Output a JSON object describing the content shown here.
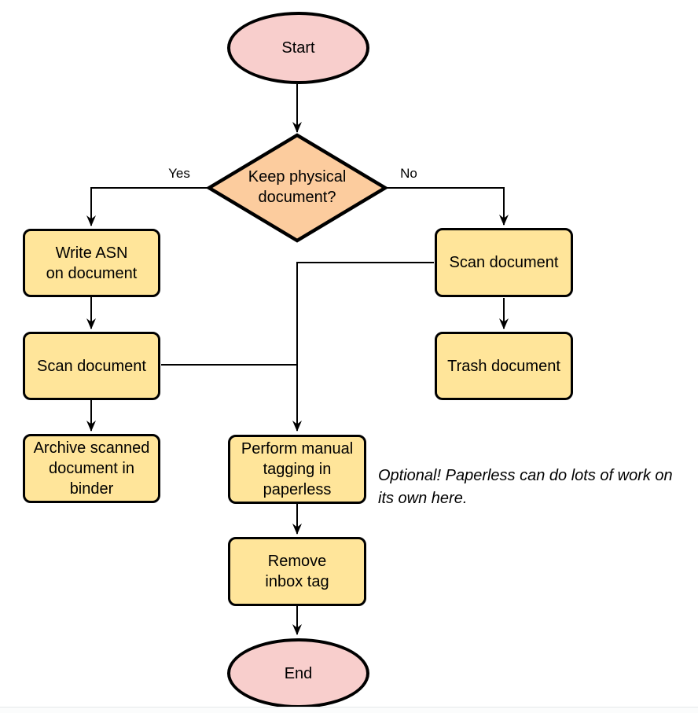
{
  "colors": {
    "terminator_fill": "#f8cecc",
    "decision_fill": "#fccc9e",
    "process_fill": "#ffe59a",
    "stroke": "#000000",
    "background": "#ffffff"
  },
  "nodes": {
    "start": {
      "lines": [
        "Start"
      ]
    },
    "decision": {
      "lines": [
        "Keep physical",
        "document?"
      ]
    },
    "write_asn": {
      "lines": [
        "Write ASN",
        "on document"
      ]
    },
    "scan_left": {
      "lines": [
        "Scan document"
      ]
    },
    "archive": {
      "lines": [
        "Archive scanned",
        "document in",
        "binder"
      ]
    },
    "scan_right": {
      "lines": [
        "Scan document"
      ]
    },
    "trash": {
      "lines": [
        "Trash document"
      ]
    },
    "tagging": {
      "lines": [
        "Perform manual",
        "tagging in",
        "paperless"
      ]
    },
    "remove_inbox": {
      "lines": [
        "Remove",
        "inbox tag"
      ]
    },
    "end": {
      "lines": [
        "End"
      ]
    }
  },
  "edge_labels": {
    "yes": "Yes",
    "no": "No"
  },
  "annotation": {
    "lines": [
      "Optional! Paperless can do lots of work on",
      "its own here."
    ]
  }
}
